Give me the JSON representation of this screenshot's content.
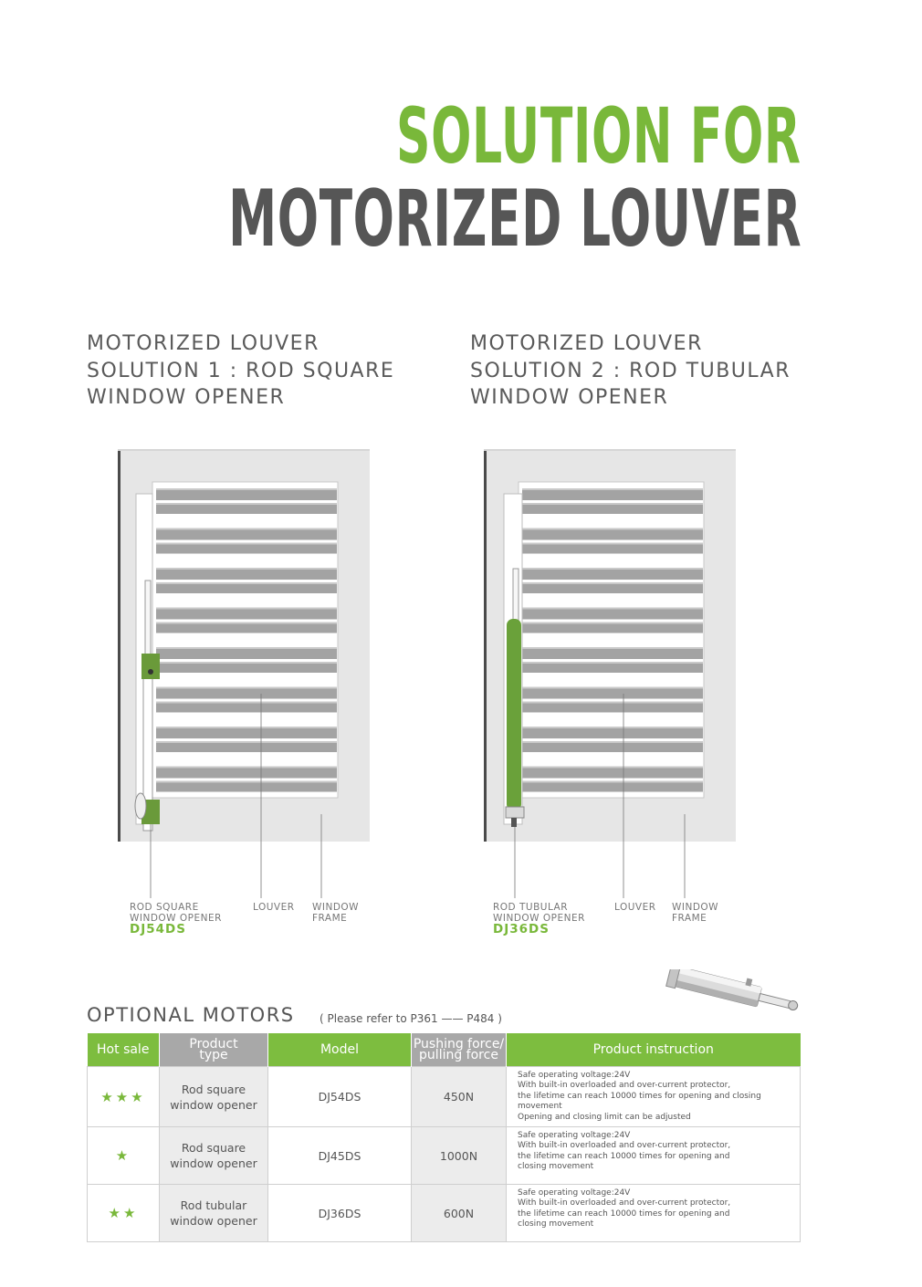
{
  "headline": {
    "line1": "SOLUTION FOR",
    "line2": "MOTORIZED LOUVER"
  },
  "solutions": [
    {
      "lines": [
        "MOTORIZED LOUVER",
        "SOLUTION 1  : ROD SQUARE",
        "WINDOW OPENER"
      ],
      "callouts": {
        "opener": [
          "ROD SQUARE",
          "WINDOW OPENER"
        ],
        "model": "DJ54DS",
        "louver": "LOUVER",
        "frame": [
          "WINDOW",
          "FRAME"
        ]
      }
    },
    {
      "lines": [
        "MOTORIZED LOUVER",
        "SOLUTION 2 : ROD TUBULAR",
        "WINDOW OPENER"
      ],
      "callouts": {
        "opener": [
          "ROD TUBULAR",
          "WINDOW OPENER"
        ],
        "model": "DJ36DS",
        "louver": "LOUVER",
        "frame": [
          "WINDOW",
          "FRAME"
        ]
      }
    }
  ],
  "optional": {
    "title": "OPTIONAL  MOTORS",
    "reference": "( Please refer to P361 —— P484 )",
    "headers": {
      "hot": "Hot sale",
      "type": [
        "Product",
        "type"
      ],
      "model": "Model",
      "force": [
        "Pushing force/",
        "pulling force"
      ],
      "instruction": "Product instruction"
    },
    "rows": [
      {
        "stars": "★★★",
        "type": [
          "Rod square",
          "window opener"
        ],
        "model": "DJ54DS",
        "force": "450N",
        "instr": [
          "Safe operating voltage:24V",
          "With built-in overloaded and over-current protector,",
          "the lifetime can reach 10000 times for opening and closing movement",
          "Opening and closing limit can be adjusted"
        ]
      },
      {
        "stars": "★",
        "type": [
          "Rod square",
          "window opener"
        ],
        "model": "DJ45DS",
        "force": "1000N",
        "instr": [
          "Safe operating voltage:24V",
          "With built-in overloaded and over-current protector,",
          "the lifetime can reach 10000 times for opening and",
          "closing movement"
        ]
      },
      {
        "stars": "★★",
        "type": [
          "Rod tubular",
          "window opener"
        ],
        "model": "DJ36DS",
        "force": "600N",
        "instr": [
          "Safe operating voltage:24V",
          "With built-in overloaded and over-current protector,",
          "the lifetime can reach 10000 times for opening and",
          "closing movement"
        ]
      }
    ]
  },
  "colors": {
    "brand_green": "#79b83a",
    "dark_gray": "#565656",
    "header_gray": "#a8a8a8",
    "frame_gray": "#e6e6e6",
    "slat_gray": "#a3a3a3"
  }
}
